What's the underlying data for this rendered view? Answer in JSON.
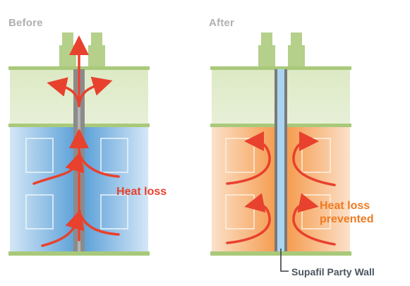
{
  "panels": {
    "before": {
      "title": "Before"
    },
    "after": {
      "title": "After"
    }
  },
  "labels": {
    "heat_loss": "Heat loss",
    "heat_loss_prevented": "Heat loss\nprevented",
    "party_wall": "Supafil Party Wall"
  },
  "colors": {
    "roof_green": "#c7d9a5",
    "floor_green": "#a9c97a",
    "cold_blue": "#6aa9dc",
    "warm_orange": "#f6a660",
    "heat_loss_red": "#e8412e",
    "prevented_orange": "#f07a22",
    "wall_grey": "#8b8b8b",
    "insulation_blue": "#aad5f0"
  }
}
